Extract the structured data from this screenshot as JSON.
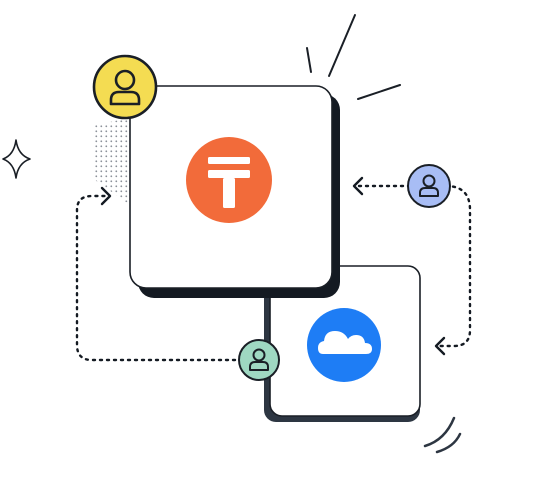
{
  "illustration": {
    "nodes": [
      {
        "id": "primary-app",
        "icon": "tally-t-logo-icon",
        "accent": "#f26b3a"
      },
      {
        "id": "secondary-app",
        "icon": "cloud-logo-icon",
        "accent": "#1e7df5"
      }
    ],
    "users": [
      {
        "id": "user-top-left",
        "icon": "person-icon",
        "accent": "#f4dc52"
      },
      {
        "id": "user-right",
        "icon": "person-icon",
        "accent": "#a8bdf5"
      },
      {
        "id": "user-bottom",
        "icon": "person-icon",
        "accent": "#9fd8c2"
      }
    ],
    "colors": {
      "outline": "#1a1f26",
      "shadow": "#141a22",
      "line_dark": "#2d3642"
    }
  }
}
